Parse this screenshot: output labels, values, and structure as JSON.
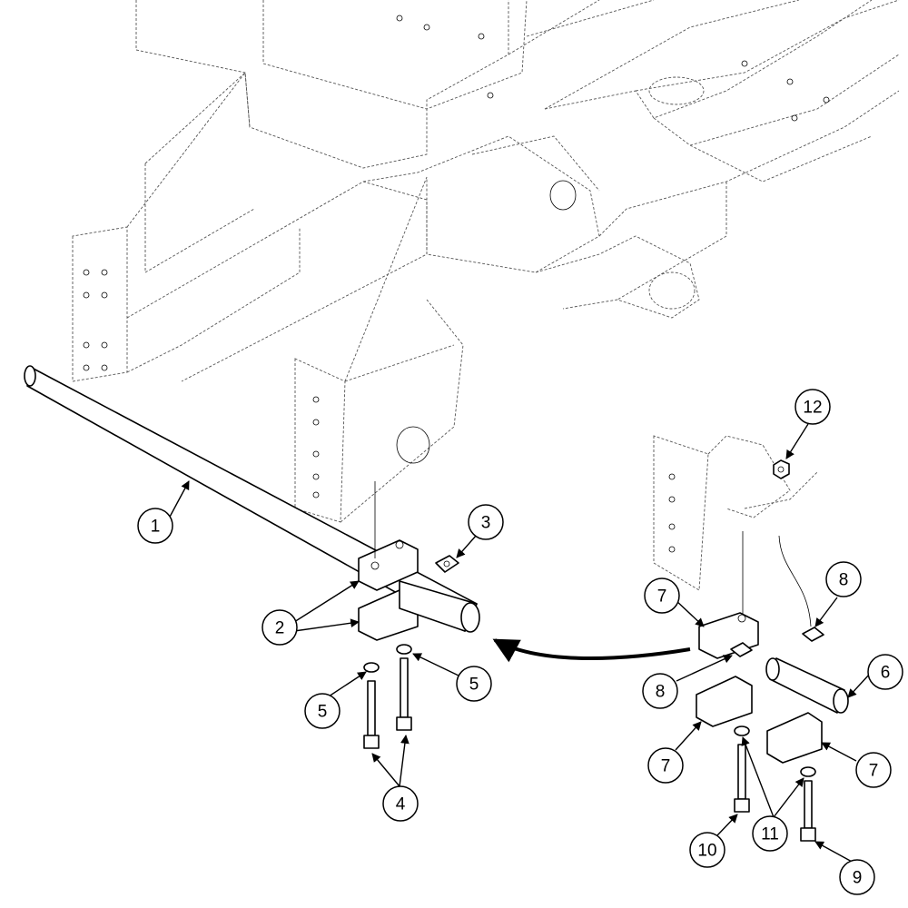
{
  "callouts": [
    {
      "id": "c1",
      "label": "1"
    },
    {
      "id": "c2",
      "label": "2"
    },
    {
      "id": "c3",
      "label": "3"
    },
    {
      "id": "c4",
      "label": "4"
    },
    {
      "id": "c5a",
      "label": "5"
    },
    {
      "id": "c5b",
      "label": "5"
    },
    {
      "id": "c6",
      "label": "6"
    },
    {
      "id": "c7a",
      "label": "7"
    },
    {
      "id": "c7b",
      "label": "7"
    },
    {
      "id": "c7c",
      "label": "7"
    },
    {
      "id": "c8a",
      "label": "8"
    },
    {
      "id": "c8b",
      "label": "8"
    },
    {
      "id": "c9",
      "label": "9"
    },
    {
      "id": "c10",
      "label": "10"
    },
    {
      "id": "c11",
      "label": "11"
    },
    {
      "id": "c12",
      "label": "12"
    }
  ]
}
